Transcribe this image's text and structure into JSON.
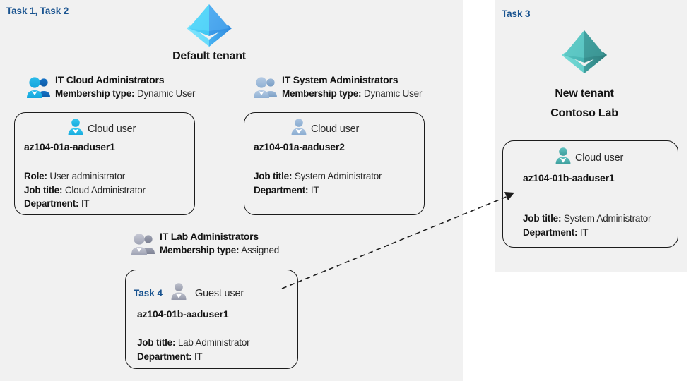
{
  "panels": {
    "left": {
      "task_label": "Task 1, Task 2"
    },
    "right": {
      "task_label": "Task 3"
    }
  },
  "tenants": [
    {
      "id": "default-tenant",
      "icon": "azure-ad-tenant-icon",
      "color": "#3fc4f0",
      "caption_line1": "Default tenant",
      "caption_line2": ""
    },
    {
      "id": "new-tenant",
      "icon": "azure-ad-tenant-icon",
      "color": "#4cb8b8",
      "caption_line1": "New  tenant",
      "caption_line2": "Contoso Lab"
    }
  ],
  "groups": [
    {
      "id": "it-cloud-administrators",
      "icon": "group-users-icon",
      "title": "IT Cloud Administrators",
      "membership_label": "Membership type:",
      "membership_value": "Dynamic User"
    },
    {
      "id": "it-system-administrators",
      "icon": "group-users-icon",
      "title": "IT System Administrators",
      "membership_label": "Membership type:",
      "membership_value": "Dynamic User"
    },
    {
      "id": "it-lab-administrators",
      "icon": "group-users-icon",
      "title": "IT Lab Administrators",
      "membership_label": "Membership type:",
      "membership_value": "Assigned"
    }
  ],
  "cards": [
    {
      "id": "card-aaduser1",
      "task": "",
      "kind": "Cloud user",
      "user_icon": "cloud-user-icon",
      "name": "az104-01a-aaduser1",
      "props": [
        {
          "label": "Role:",
          "value": "User administrator"
        },
        {
          "label": "Job title:",
          "value": "Cloud Administrator"
        },
        {
          "label": "Department:",
          "value": "IT"
        }
      ]
    },
    {
      "id": "card-aaduser2",
      "task": "",
      "kind": "Cloud user",
      "user_icon": "cloud-user-icon",
      "name": "az104-01a-aaduser2",
      "props": [
        {
          "label": "Job title:",
          "value": "System Administrator"
        },
        {
          "label": "Department:",
          "value": "IT"
        }
      ]
    },
    {
      "id": "card-guest-aaduser1",
      "task": "Task 4",
      "kind": "Guest user",
      "user_icon": "guest-user-icon",
      "name": "az104-01b-aaduser1",
      "props": [
        {
          "label": "Job title:",
          "value": "Lab Administrator"
        },
        {
          "label": "Department:",
          "value": "IT"
        }
      ]
    },
    {
      "id": "card-contoso-aaduser1",
      "task": "",
      "kind": "Cloud user",
      "user_icon": "teal-cloud-user-icon",
      "name": "az104-01b-aaduser1",
      "props": [
        {
          "label": "Job title:",
          "value": "System Administrator"
        },
        {
          "label": "Department:",
          "value": "IT"
        }
      ]
    }
  ],
  "connector": {
    "id": "guest-invite-arrow",
    "style": "dashed",
    "from": "card-guest-aaduser1",
    "to": "card-contoso-aaduser1"
  },
  "colors": {
    "panel_bg": "#f1f1f1",
    "page_bg": "#ffffff",
    "task_text": "#1a5490",
    "card_border": "#1c1c1c",
    "body_text": "#2a2a2a",
    "heading_text": "#141414"
  }
}
